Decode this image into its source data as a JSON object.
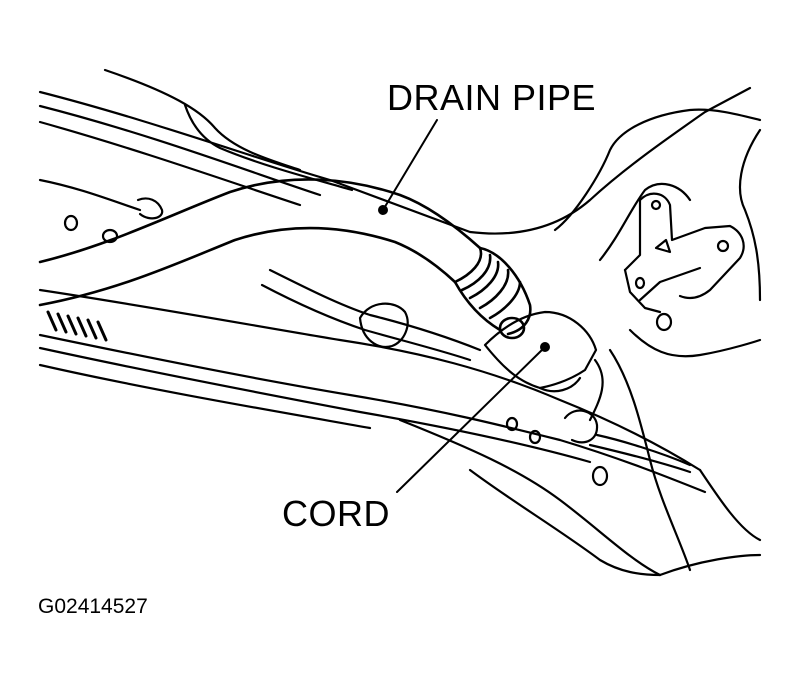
{
  "callouts": {
    "drain_pipe": "DRAIN PIPE",
    "cord": "CORD"
  },
  "figure_id": "G02414527",
  "colors": {
    "line": "#000000",
    "background": "#ffffff"
  }
}
